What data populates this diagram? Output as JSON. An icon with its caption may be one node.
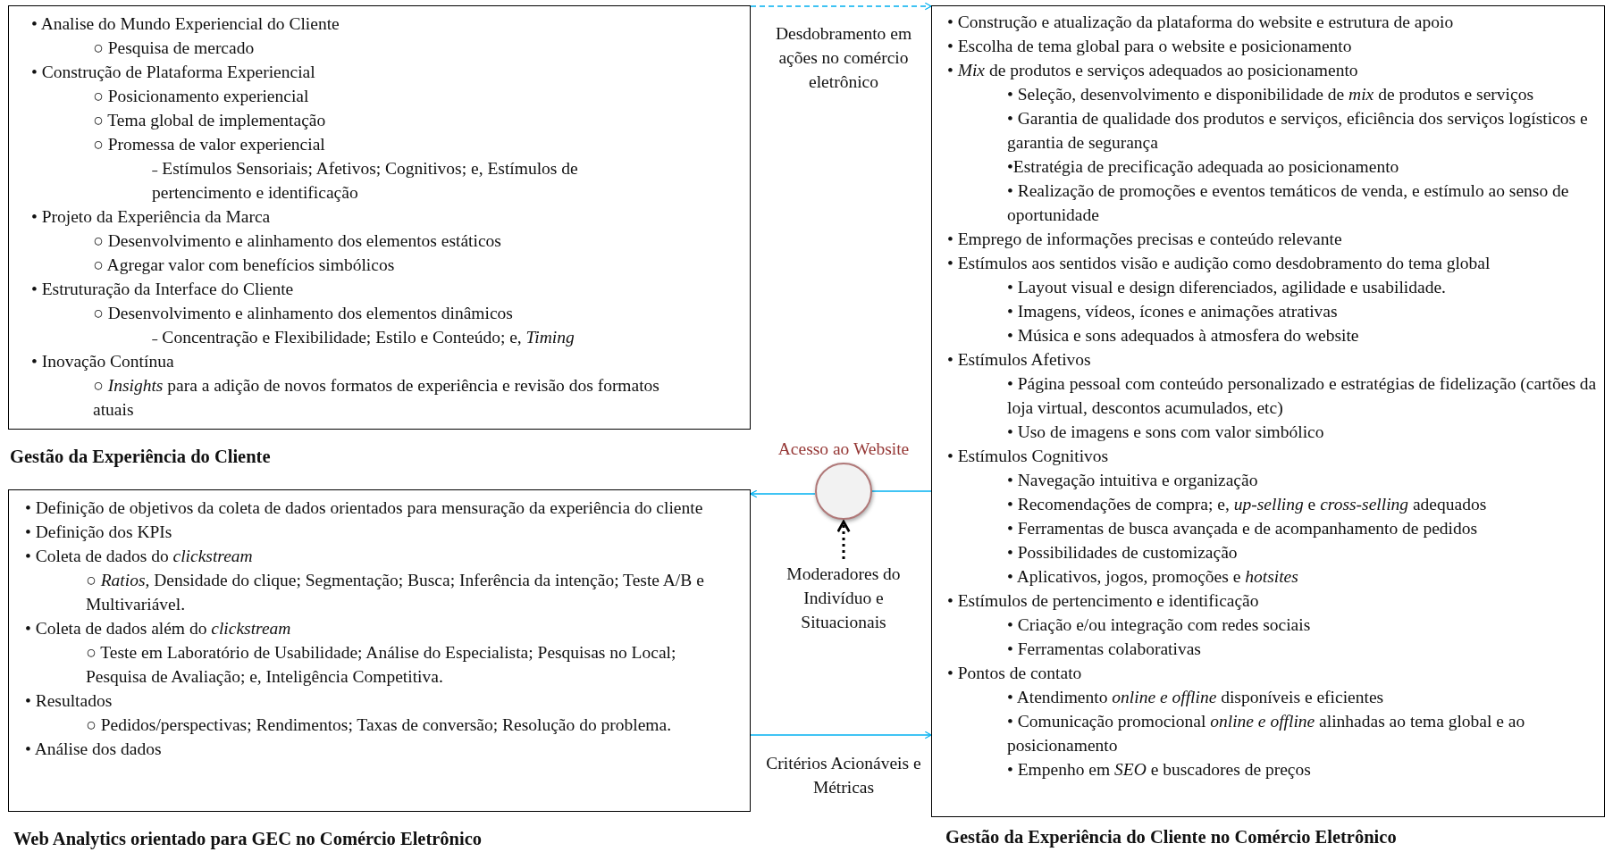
{
  "diagram": {
    "nodes": [
      {
        "text": [
          "• Analise do Mundo Experiencial do Cliente",
          "○ Pesquisa de mercado",
          "• Construção de Plataforma Experiencial",
          "○ Posicionamento experiencial",
          "○ Tema global de implementação",
          "○ Promessa de valor experiencial",
          "˗ Estímulos Sensoriais; Afetivos; Cognitivos; e, Estímulos de pertencimento e identificação",
          "• Projeto da Experiência da Marca",
          "○ Desenvolvimento e alinhamento dos elementos estáticos",
          "○ Agregar valor com benefícios simbólicos",
          "• Estruturação da Interface do Cliente",
          "○ Desenvolvimento e alinhamento dos elementos dinâmicos",
          "˗ Concentração e Flexibilidade; Estilo e Conteúdo; e, *Timing*",
          "• Inovação Contínua",
          "○ *Insights* para a adição de novos formatos de experiência e revisão dos formatos atuais",
          "Gestão da Experiência do Cliente"
        ]
      },
      {
        "text": [
          "• Definição de objetivos da coleta de dados orientados para mensuração da experiência do cliente",
          "• Definição dos KPIs",
          "• Coleta de dados do *clickstream*",
          "○ *Ratios,* Densidade do clique; Segmentação; Busca; Inferência da intenção; Teste A/B e Multivariável.",
          "• Coleta de dados além do *clickstream*",
          "○ Teste em Laboratório de Usabilidade; Análise do Especialista; Pesquisas no Local; Pesquisa de Avaliação; e, Inteligência Competitiva.",
          "• Resultados",
          "○ Pedidos/perspectivas; Rendimentos; Taxas de conversão; Resolução do problema.",
          "• Análise dos dados",
          "Web Analytics orientado para GEC no Comércio Eletrônico"
        ]
      },
      {
        "text": [
          "• Construção e atualização da plataforma do website e estrutura de apoio",
          "• Escolha de tema global para o website e posicionamento",
          "• *Mix* de produtos e serviços adequados ao posicionamento",
          "• Seleção, desenvolvimento e disponibilidade de *mix* de produtos e serviços",
          "• Garantia de qualidade dos produtos e serviços, eficiência dos serviços logísticos e garantia de segurança",
          "•Estratégia de precificação adequada ao posicionamento",
          "• Realização de promoções e eventos temáticos de venda, e estímulo ao senso de oportunidade",
          "• Emprego de informações precisas e conteúdo relevante",
          "• Estímulos aos sentidos visão e audição como desdobramento do tema global",
          "• Layout visual e design diferenciados, agilidade e usabilidade.",
          "• Imagens, vídeos, ícones e animações atrativas",
          "• Música e sons adequados à atmosfera do website",
          "• Estímulos Afetivos",
          "• Página pessoal com conteúdo personalizado e estratégias de fidelização (cartões da loja virtual, descontos acumulados, etc)",
          "• Uso de imagens e sons com valor simbólico",
          "• Estímulos Cognitivos",
          "• Navegação intuitiva e organização",
          "• Recomendações de compra; e, *up-selling* e *cross-selling* adequados",
          "• Ferramentas de busca avançada e de acompanhamento de pedidos",
          "• Possibilidades de customização",
          "• Aplicativos, jogos, promoções e *hotsites*",
          "• Estímulos de pertencimento e identificação",
          "• Criação e/ou integração com redes sociais",
          "• Ferramentas colaborativas",
          "• Pontos de contato",
          "• Atendimento *online e offline* disponíveis e eficientes",
          "• Comunicação promocional *online e offline* alinhadas ao tema global e ao posicionamento",
          "•  Empenho em *SEO* e buscadores de preços",
          "Gestão da Experiência do Cliente no Comércio Eletrônico"
        ]
      },
      {
        "text": [],
        "shape": "circle",
        "beside": [
          "Acesso ao Website"
        ]
      },
      {
        "text": [
          "Moderadores do Indivíduo e Situacionais"
        ]
      }
    ],
    "edges": [
      {
        "from": 0,
        "to": 2,
        "arrow": "to",
        "label": "Desdobramento em ações no comércio eletrônico",
        "style": "dashed"
      },
      {
        "from": 2,
        "to": 3,
        "arrow": "none"
      },
      {
        "from": 3,
        "to": 1,
        "arrow": "to"
      },
      {
        "from": 4,
        "to": 3,
        "arrow": "to",
        "style": "dashed",
        "color": "#000000"
      },
      {
        "from": 1,
        "to": 2,
        "arrow": "to",
        "label": "Critérios Acionáveis e Métricas"
      }
    ]
  }
}
